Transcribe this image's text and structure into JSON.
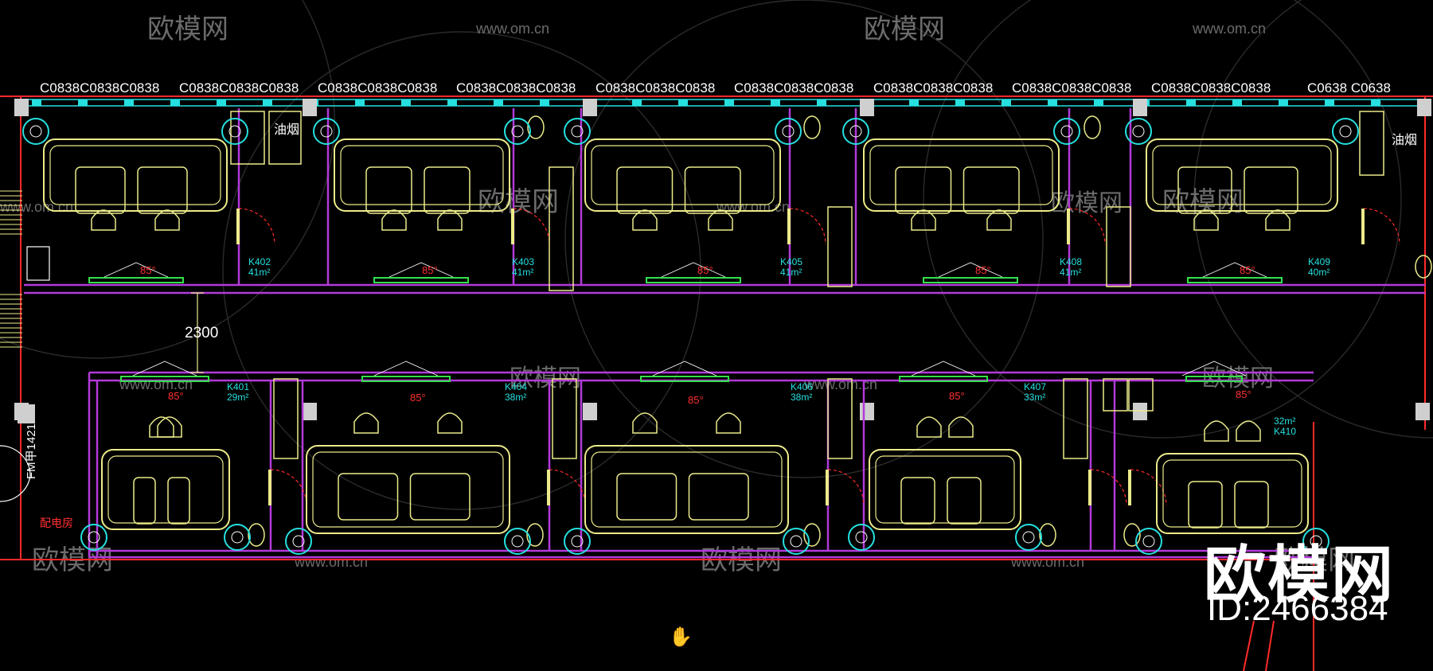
{
  "window_labels": {
    "top_codes": [
      "C0838C0838C0838",
      "C0838C0838C0838",
      "C0838C0838C0838",
      "C0838C0838C0838",
      "C0838C0838C0838",
      "C0838C0838C0838",
      "C0838C0838C0838",
      "C0838C0838C0838",
      "C0838C0838C0838"
    ],
    "last_code": "C0638 C0638"
  },
  "rooms": [
    {
      "id": "K402",
      "area": "41m²"
    },
    {
      "id": "K403",
      "area": "41m²"
    },
    {
      "id": "K405",
      "area": "41m²"
    },
    {
      "id": "K408",
      "area": "41m²"
    },
    {
      "id": "K409",
      "area": "40m²"
    },
    {
      "id": "K401",
      "area": "29m²"
    },
    {
      "id": "K404",
      "area": "38m²"
    },
    {
      "id": "K406",
      "area": "38m²"
    },
    {
      "id": "K407",
      "area": "33m²"
    },
    {
      "id": "K410",
      "area": "32m²"
    }
  ],
  "ac_angle_label": "85°",
  "kitchen_label": "油烟",
  "corridor_dimension": "2300",
  "fire_door_label": "FM甲1421",
  "power_room_label": "配电房",
  "watermark": {
    "brand": "欧模网",
    "url": "www.om.cn"
  },
  "corner_brand": {
    "name": "欧模网",
    "id_text": "ID:2466384"
  },
  "colors": {
    "background": "#000000",
    "wall": "#b23ad9",
    "red_line": "#ff2a2a",
    "furniture": "#eceb8a",
    "cyan": "#26e0e0",
    "green": "#33e04a",
    "white": "#ffffff"
  },
  "icons": {
    "cursor": "hand-pan-icon"
  }
}
